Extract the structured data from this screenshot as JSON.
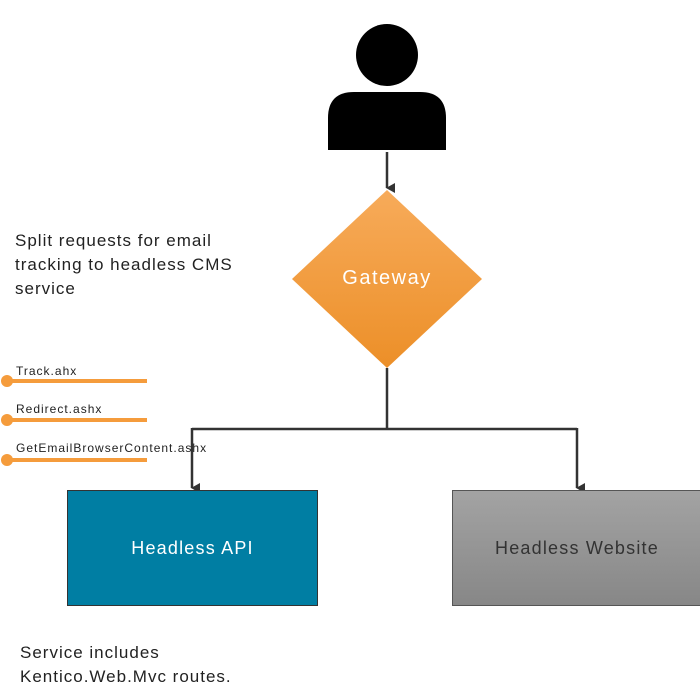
{
  "user": {
    "icon": "person-icon"
  },
  "gateway": {
    "label": "Gateway",
    "color": "#f59c3c"
  },
  "note_top": "Split requests for email tracking to headless CMS service",
  "endpoints": [
    {
      "label": "Track.ahx"
    },
    {
      "label": "Redirect.ashx"
    },
    {
      "label": "GetEmailBrowserContent.ashx"
    }
  ],
  "headless_api": {
    "label": "Headless API",
    "color": "#007ea3"
  },
  "headless_website": {
    "label": "Headless Website",
    "color": "#8e8e8e"
  },
  "note_bottom_1": "Service includes",
  "note_bottom_2": "Kentico.Web.Mvc routes."
}
